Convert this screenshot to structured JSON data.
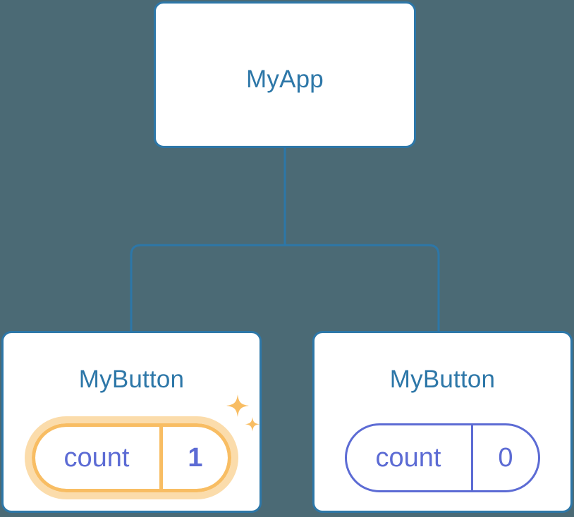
{
  "diagram": {
    "title": "component-tree",
    "background_color": "#4b6a75",
    "edge_color": "#2d77a8",
    "node_border_color": "#2d77a8",
    "node_title_color": "#2d77a8",
    "node_fill_color": "#ffffff",
    "state_idle_color": "#5c6bd4",
    "state_flash_color": "#f8bd63",
    "state_glow_color": "#fbdcab"
  },
  "root": {
    "label": "MyApp"
  },
  "children": [
    {
      "label": "MyButton",
      "state": {
        "key": "count",
        "value": "1"
      },
      "highlighted": true,
      "sparkle_icon": "sparkles-icon"
    },
    {
      "label": "MyButton",
      "state": {
        "key": "count",
        "value": "0"
      },
      "highlighted": false
    }
  ]
}
